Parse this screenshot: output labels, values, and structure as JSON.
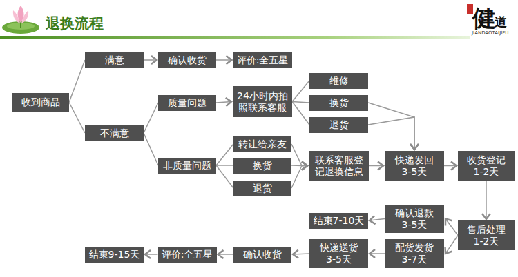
{
  "diagram": {
    "title": "退换流程",
    "nodes": [
      {
        "text": [
          "收到商品"
        ]
      },
      {
        "text": [
          "满意"
        ]
      },
      {
        "text": [
          "确认收货"
        ]
      },
      {
        "text": [
          "评价:全五星"
        ]
      },
      {
        "text": [
          "不满意"
        ]
      },
      {
        "text": [
          "质量问题"
        ]
      },
      {
        "text": [
          "24小时内拍 照联系客服"
        ]
      },
      {
        "text": [
          "维修"
        ]
      },
      {
        "text": [
          "换货"
        ]
      },
      {
        "text": [
          "退货"
        ]
      },
      {
        "text": [
          "非质量问题"
        ]
      },
      {
        "text": [
          "转让给亲友"
        ]
      },
      {
        "text": [
          "换货"
        ]
      },
      {
        "text": [
          "退货"
        ]
      },
      {
        "text": [
          "联系客服登 记退换信息"
        ]
      },
      {
        "text": [
          "快递发回",
          "3-5天"
        ]
      },
      {
        "text": [
          "收货登记",
          "1-2天"
        ]
      },
      {
        "text": [
          "售后处理",
          "1-2天"
        ]
      },
      {
        "text": [
          "确认退款",
          "3-5天"
        ]
      },
      {
        "text": [
          "结束7-10天"
        ]
      },
      {
        "text": [
          "配货发货",
          "3-7天"
        ]
      },
      {
        "text": [
          "快递送货",
          "3-5天"
        ]
      },
      {
        "text": [
          "确认收货"
        ]
      },
      {
        "text": [
          "评价:全五星"
        ]
      },
      {
        "text": [
          "结束9-15天"
        ]
      }
    ],
    "edges": [
      {
        "from": 0,
        "to": 1,
        "arrow": "none"
      },
      {
        "from": 0,
        "to": 4,
        "arrow": "none"
      },
      {
        "from": 1,
        "to": 2,
        "arrow": "to"
      },
      {
        "from": 2,
        "to": 3,
        "arrow": "to"
      },
      {
        "from": 4,
        "to": 5,
        "arrow": "none"
      },
      {
        "from": 4,
        "to": 10,
        "arrow": "none"
      },
      {
        "from": 5,
        "to": 6,
        "arrow": "to"
      },
      {
        "from": 6,
        "to": 7,
        "arrow": "none"
      },
      {
        "from": 6,
        "to": 8,
        "arrow": "none"
      },
      {
        "from": 6,
        "to": 9,
        "arrow": "none"
      },
      {
        "from": 10,
        "to": 11,
        "arrow": "none"
      },
      {
        "from": 10,
        "to": 12,
        "arrow": "none"
      },
      {
        "from": 10,
        "to": 13,
        "arrow": "none"
      },
      {
        "from": 11,
        "to": 14,
        "arrow": "to"
      },
      {
        "from": 12,
        "to": 14,
        "arrow": "to"
      },
      {
        "from": 13,
        "to": 14,
        "arrow": "to"
      },
      {
        "from": 8,
        "to": 15,
        "arrow": "to"
      },
      {
        "from": 9,
        "to": 15,
        "arrow": "to"
      },
      {
        "from": 14,
        "to": 15,
        "arrow": "to"
      },
      {
        "from": 15,
        "to": 16,
        "arrow": "to"
      },
      {
        "from": 16,
        "to": 17,
        "arrow": "to"
      },
      {
        "from": 17,
        "to": 18,
        "arrow": "to"
      },
      {
        "from": 17,
        "to": 20,
        "arrow": "to"
      },
      {
        "from": 18,
        "to": 19,
        "arrow": "to"
      },
      {
        "from": 20,
        "to": 21,
        "arrow": "to"
      },
      {
        "from": 21,
        "to": 22,
        "arrow": "to"
      },
      {
        "from": 22,
        "to": 23,
        "arrow": "to"
      },
      {
        "from": 23,
        "to": 24,
        "arrow": "to"
      }
    ],
    "labels": [
      "健",
      "道",
      "JIANDAOTAIJIFU"
    ]
  }
}
